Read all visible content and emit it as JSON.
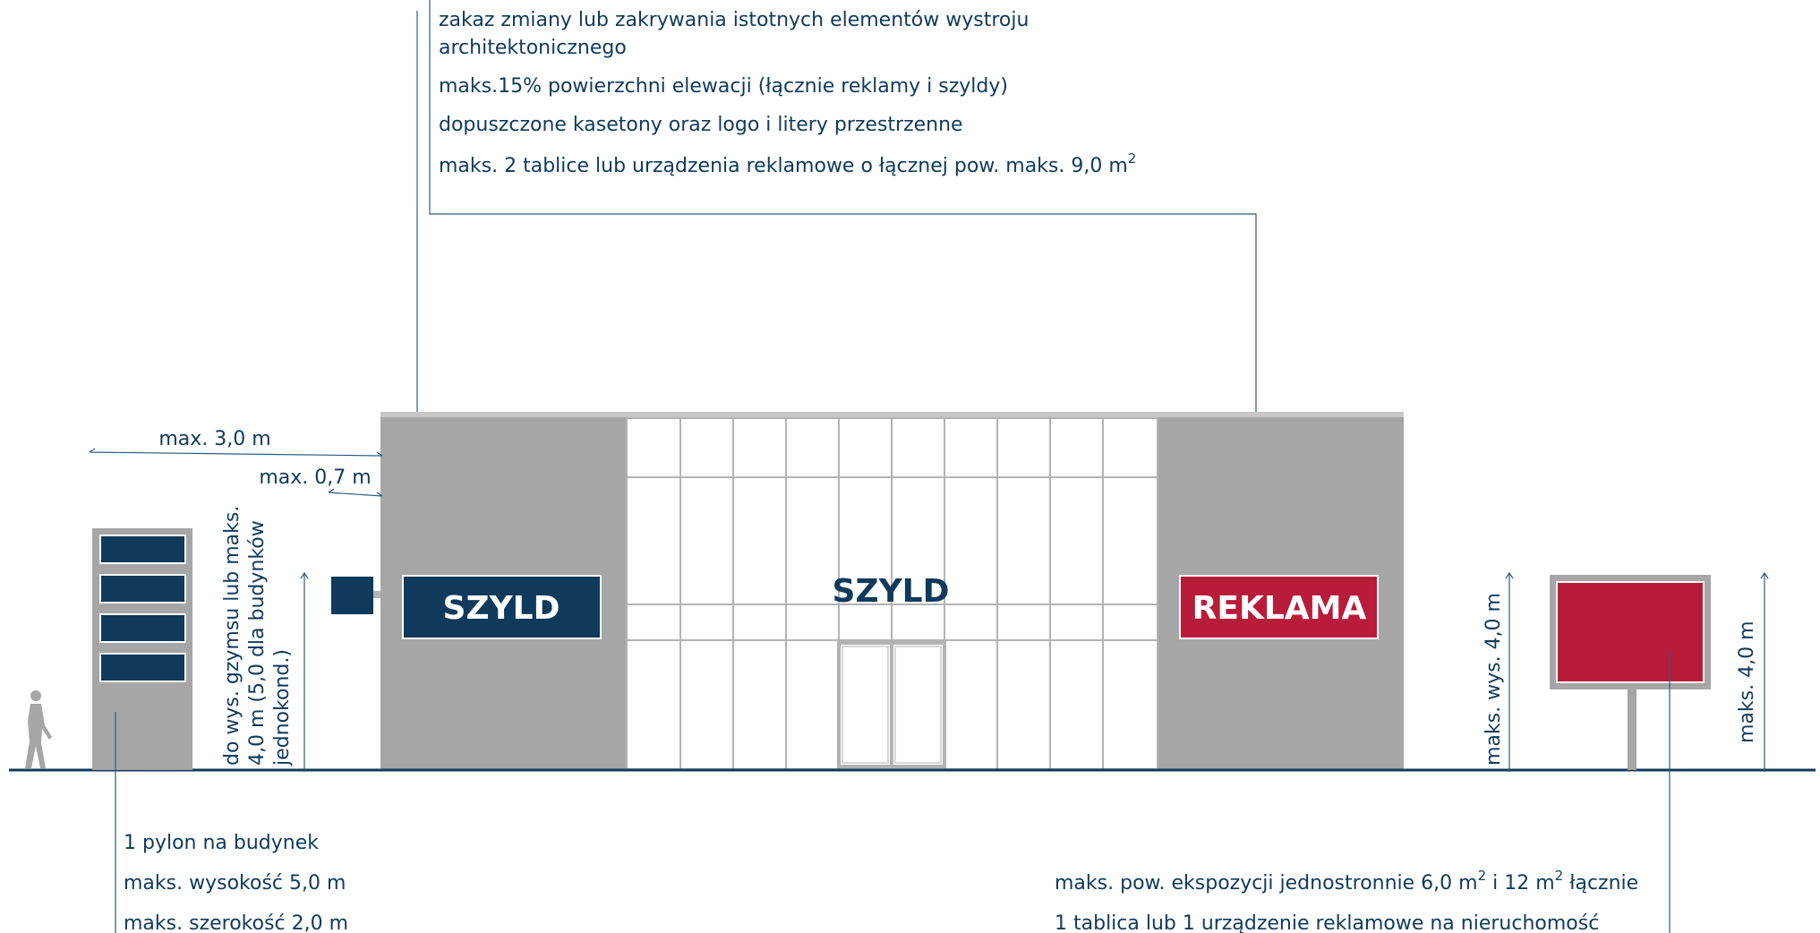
{
  "top_notes": [
    "zakaz zmiany lub zakrywania istotnych elementów wystroju",
    "architektonicznego",
    "maks.15% powierzchni elewacji (łącznie reklamy i szyldy)",
    "dopuszczone kasetony oraz logo i litery przestrzenne",
    "maks. 2 tablice lub urządzenia reklamowe o łącznej pow. maks. 9,0 m"
  ],
  "superscript_two": "2",
  "dimensions": {
    "max_3m": "max. 3,0 m",
    "max_07m": "max. 0,7 m",
    "pylon_height_lines": [
      "do wys. gzymsu lub maks.",
      "4,0 m (5,0 dla budynków",
      "jednokond.)"
    ],
    "board_height": "maks. wys. 4,0 m",
    "board_size": "maks. 4,0 m"
  },
  "signs": {
    "szyld_left": "SZYLD",
    "szyld_center": "SZYLD",
    "reklama": "REKLAMA"
  },
  "pylon_notes": [
    "1 pylon na budynek",
    "maks. wysokość 5,0 m",
    "maks. szerokość 2,0 m"
  ],
  "board_notes": {
    "line1_a": "maks. pow. ekspozycji jednostronnie 6,0 m",
    "line1_b": " i 12 m",
    "line1_c": " łącznie",
    "line2": "1 tablica lub 1 urządzenie reklamowe na nieruchomość"
  },
  "colors": {
    "navy": "#0f3a5c",
    "red": "#b81c3a",
    "wall_gray": "#a6a6a6",
    "line_blue": "#2e5a84"
  }
}
